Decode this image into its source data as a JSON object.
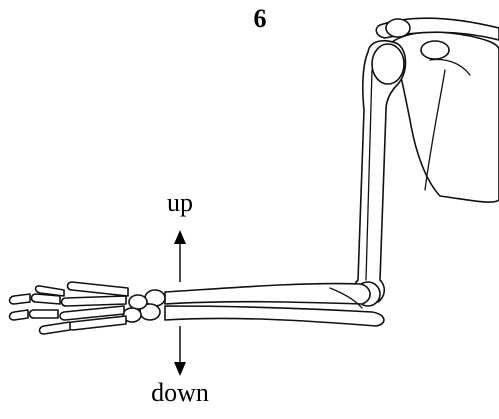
{
  "figure": {
    "number": "6",
    "labels": {
      "up": "up",
      "down": "down"
    }
  }
}
